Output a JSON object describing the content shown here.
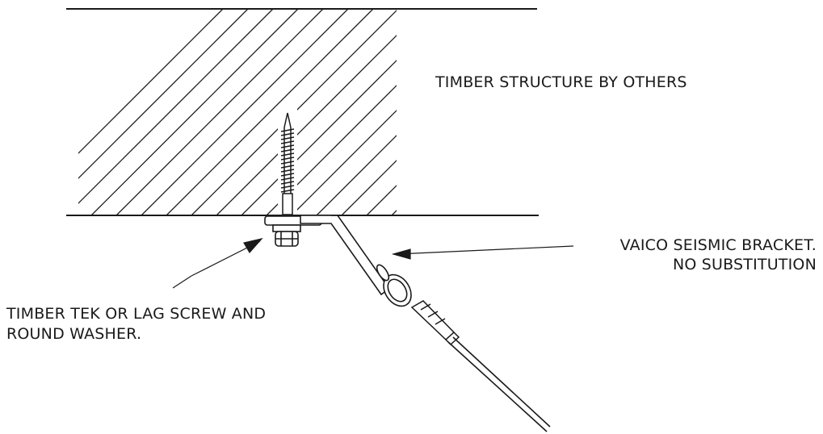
{
  "labels": {
    "timber_structure": "TIMBER STRUCTURE BY OTHERS",
    "bracket_line1": "VAICO SEISMIC BRACKET.",
    "bracket_line2": "NO SUBSTITUTION",
    "screw_line1": "TIMBER TEK OR LAG SCREW AND",
    "screw_line2": "ROUND WASHER."
  },
  "colors": {
    "line": "#1a1a1a",
    "background": "#ffffff"
  }
}
